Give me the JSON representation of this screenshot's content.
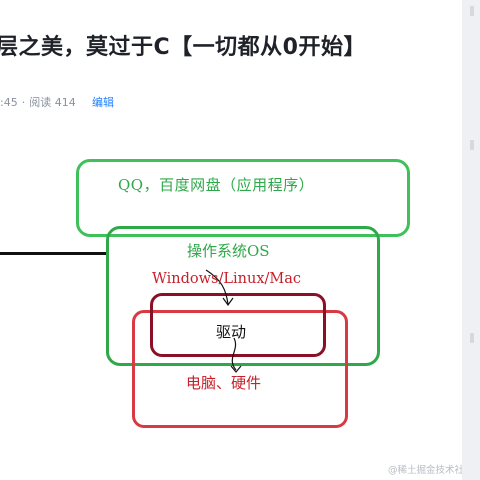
{
  "article": {
    "title": "层之美，莫过于C【一切都从0开始】",
    "meta": {
      "time": ":45",
      "separator": "·",
      "reads": "阅读 414",
      "edit_label": "编辑"
    }
  },
  "figure": {
    "app_layer": "QQ，百度网盘（应用程序）",
    "os_layer": "操作系统OS",
    "os_examples": "Windows/Linux/Mac",
    "driver_layer": "驱动",
    "hardware_layer": "电脑、硬件",
    "colors": {
      "app_green": "#3ec15b",
      "os_green": "#2fa84a",
      "hardware_red": "#d83a43",
      "driver_darkred": "#8a1026"
    }
  },
  "watermark": "@稀土掘金技术社区"
}
